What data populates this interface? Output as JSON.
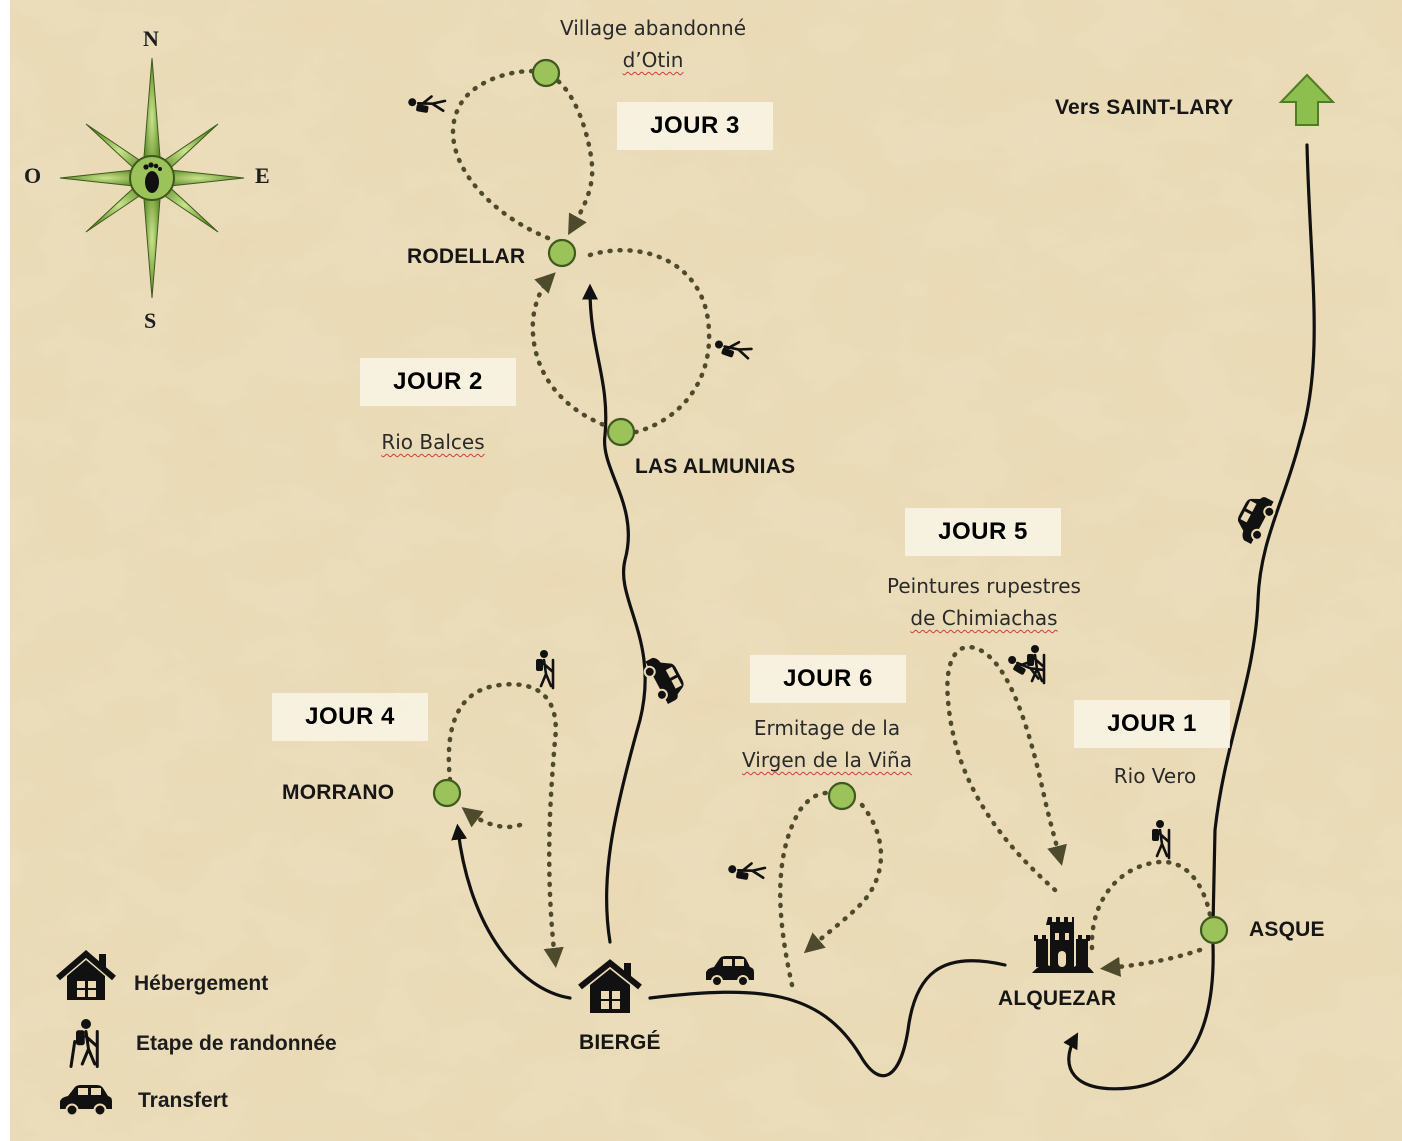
{
  "compass": {
    "north": "N",
    "south": "S",
    "east": "E",
    "west": "O"
  },
  "destination": {
    "label": "Vers SAINT-LARY",
    "icon": "up-arrow-icon"
  },
  "days": {
    "jour1": "JOUR 1",
    "jour2": "JOUR 2",
    "jour3": "JOUR 3",
    "jour4": "JOUR 4",
    "jour5": "JOUR 5",
    "jour6": "JOUR 6"
  },
  "places": {
    "rodellar": "RODELLAR",
    "las_almunias": "LAS ALMUNIAS",
    "morrano": "MORRANO",
    "bierge": "BIERGÉ",
    "alquezar": "ALQUEZAR",
    "asque": "ASQUE"
  },
  "sites": {
    "otin_line1": "Village abandonné",
    "otin_line2": "d’Otin",
    "rio_balces": "Rio Balces",
    "rio_vero": "Rio Vero",
    "peintures_line1": "Peintures rupestres",
    "peintures_line2": "de Chimiachas",
    "ermitage_line1": "Ermitage de la",
    "ermitage_line2": "Virgen de la Viña"
  },
  "legend": [
    {
      "icon": "house-icon",
      "label": "Hébergement"
    },
    {
      "icon": "hiker-icon",
      "label": "Etape de randonnée"
    },
    {
      "icon": "car-icon",
      "label": "Transfert"
    }
  ],
  "colors": {
    "parchment": "#e9d9b4",
    "stop_fill": "#9cc25a",
    "stop_stroke": "#3f5a1e",
    "trail": "#4e4a2c",
    "road": "#111111",
    "arrow_green": "#8cbf4e"
  }
}
